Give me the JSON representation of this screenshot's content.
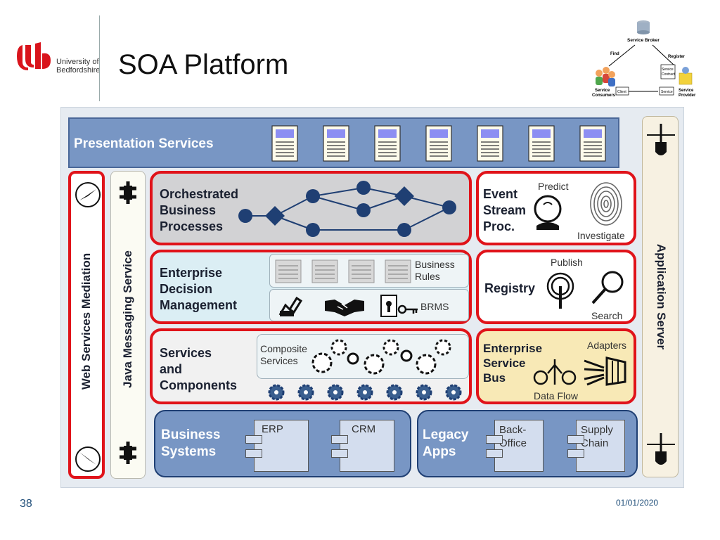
{
  "header": {
    "logo_line1": "University of",
    "logo_line2": "Bedfordshire",
    "title": "SOA Platform"
  },
  "inset": {
    "broker": "Service Broker",
    "find": "Find",
    "register": "Register",
    "consumers_1": "Service",
    "consumers_2": "Consumers",
    "client": "Client",
    "contract_1": "Service",
    "contract_2": "Contract",
    "service": "Service",
    "provider_1": "Service",
    "provider_2": "Provider"
  },
  "diagram": {
    "presentation": "Presentation Services",
    "web_mediation": "Web Services Mediation",
    "jms": "Java Messaging Service",
    "app_server": "Application Server",
    "orchestrated": [
      "Orchestrated",
      "Business",
      "Processes"
    ],
    "event": [
      "Event",
      "Stream",
      "Proc."
    ],
    "predict": "Predict",
    "investigate": "Investigate",
    "edm": [
      "Enterprise",
      "Decision",
      "Management"
    ],
    "business_rules": [
      "Business",
      "Rules"
    ],
    "brms": "BRMS",
    "registry": "Registry",
    "publish": "Publish",
    "search": "Search",
    "services": [
      "Services",
      "and",
      "Components"
    ],
    "composite": [
      "Composite",
      "Services"
    ],
    "esb": [
      "Enterprise",
      "Service",
      "Bus"
    ],
    "adapters": "Adapters",
    "data_flow": "Data Flow",
    "business_systems": [
      "Business",
      "Systems"
    ],
    "erp": "ERP",
    "crm": "CRM",
    "legacy": [
      "Legacy",
      "Apps"
    ],
    "back_office": [
      "Back-",
      "Office"
    ],
    "supply_chain": [
      "Supply",
      "Chain"
    ]
  },
  "footer": {
    "page": "38",
    "date": "01/01/2020"
  },
  "colors": {
    "red": "#e0131a",
    "blue": "#7896c4",
    "navy": "#1f3f73",
    "yellow": "#f8e9b6"
  }
}
